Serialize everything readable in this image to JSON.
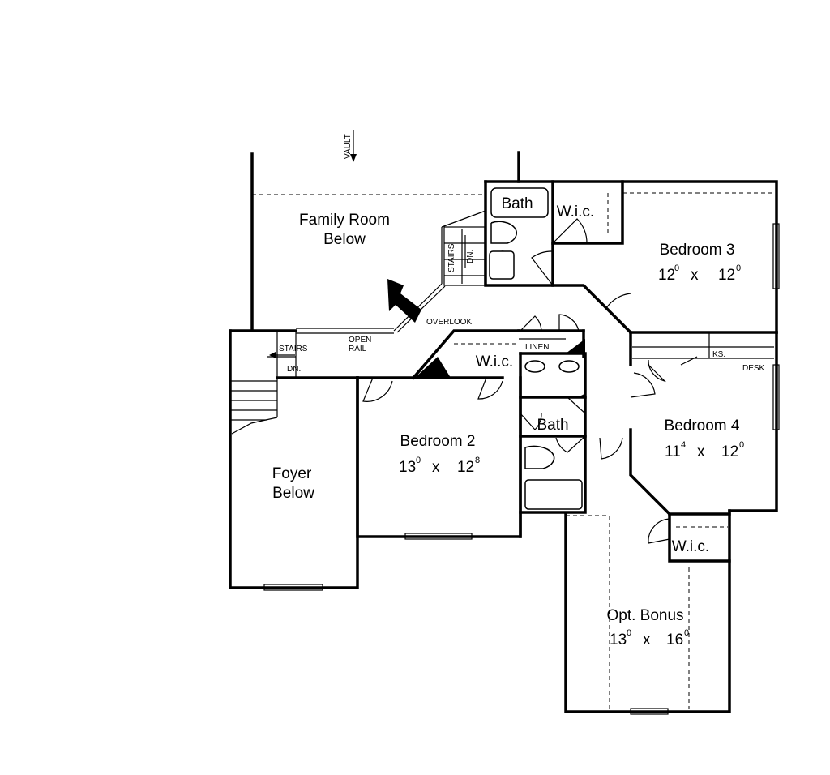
{
  "labels": {
    "vault": "VAULT",
    "family_room_1": "Family Room",
    "family_room_2": "Below",
    "bath_top": "Bath",
    "wic_top": "W.i.c.",
    "bedroom3": "Bedroom 3",
    "bedroom3_w": "12",
    "bedroom3_w_sup": "0",
    "bedroom3_x": "x",
    "bedroom3_h": "12",
    "bedroom3_h_sup": "0",
    "stairs_vertical": "STAIRS",
    "dn_vertical": "DN.",
    "overlook": "OVERLOOK",
    "open": "OPEN",
    "rail": "RAIL",
    "stairs_left": "STAIRS",
    "dn_left": "DN.",
    "linen": "LINEN",
    "wic_mid": "W.i.c.",
    "ks": "KS.",
    "desk": "DESK",
    "bath_mid": "Bath",
    "bedroom2": "Bedroom 2",
    "bedroom2_w": "13",
    "bedroom2_w_sup": "0",
    "bedroom2_x": "x",
    "bedroom2_h": "12",
    "bedroom2_h_sup": "8",
    "bedroom4": "Bedroom 4",
    "bedroom4_w": "11",
    "bedroom4_w_sup": "4",
    "bedroom4_x": "x",
    "bedroom4_h": "12",
    "bedroom4_h_sup": "0",
    "foyer_1": "Foyer",
    "foyer_2": "Below",
    "wic_bottom": "W.i.c.",
    "bonus": "Opt. Bonus",
    "bonus_w": "13",
    "bonus_w_sup": "0",
    "bonus_x": "x",
    "bonus_h": "16",
    "bonus_h_sup": "0"
  }
}
